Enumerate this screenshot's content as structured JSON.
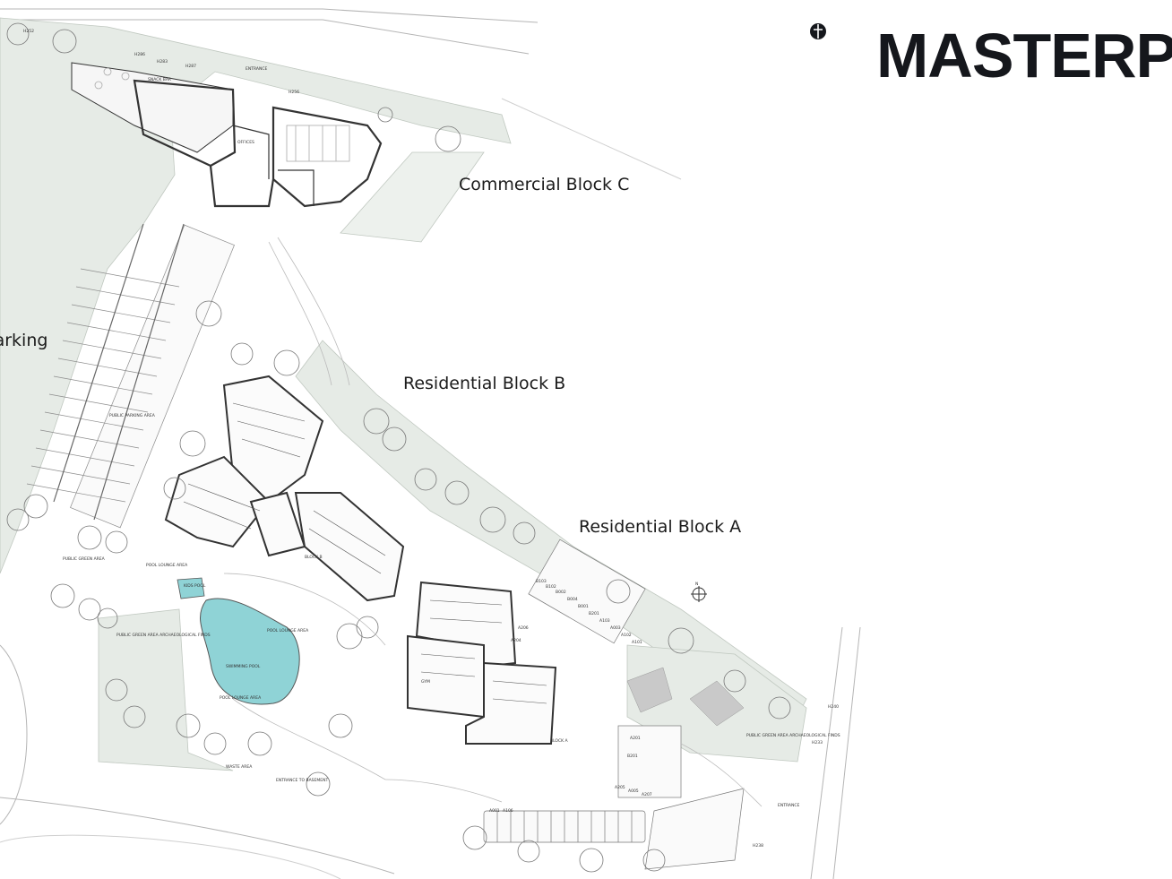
{
  "header": {
    "title": "MASTERP"
  },
  "labels": {
    "commercial_block_c": "Commercial Block C",
    "residential_block_b": "Residential Block B",
    "residential_block_a": "Residential Block A",
    "parking": "Parking"
  },
  "plan_notes": {
    "offices": "OFFICES",
    "snack_bar": "SNACK BAR",
    "entrance": "ENTRANCE",
    "public_parking": "PUBLIC PARKING AREA",
    "public_green_1": "PUBLIC GREEN AREA",
    "public_green_2": "PUBLIC GREEN AREA ARCHAEOLOGICAL FINDS",
    "public_green_3": "PUBLIC GREEN AREA ARCHAEOLOGICAL FINDS",
    "pool_lounge_1": "POOL LOUNGE AREA",
    "pool_lounge_2": "POOL LOUNGE AREA",
    "pool_lounge_3": "POOL LOUNGE AREA",
    "kids_pool": "KIDS POOL",
    "swimming_pool": "SWIMMING POOL",
    "block_b": "BLOCK B",
    "block_a": "BLOCK A",
    "gym": "GYM",
    "waste_area": "WASTE AREA",
    "entrance_basement": "ENTRANCE TO BASEMENT",
    "entrance_2": "ENTRANCE",
    "north": "N"
  },
  "unit_codes": [
    "B103",
    "B102",
    "B002",
    "B004",
    "B001",
    "B201",
    "A103",
    "A003",
    "A102",
    "A101"
  ],
  "unit_codes_a": [
    "A206",
    "A204",
    "A201",
    "B201",
    "A205",
    "A005",
    "A207",
    "A001",
    "A106"
  ],
  "road_codes": [
    "H286",
    "H283",
    "H287",
    "H256",
    "H252",
    "H238",
    "H233",
    "H240"
  ],
  "colors": {
    "title": "#15171c",
    "green": "#e3e9e3",
    "pool": "#8fd3d6",
    "wall": "#333333",
    "line": "#9a9a9a"
  }
}
